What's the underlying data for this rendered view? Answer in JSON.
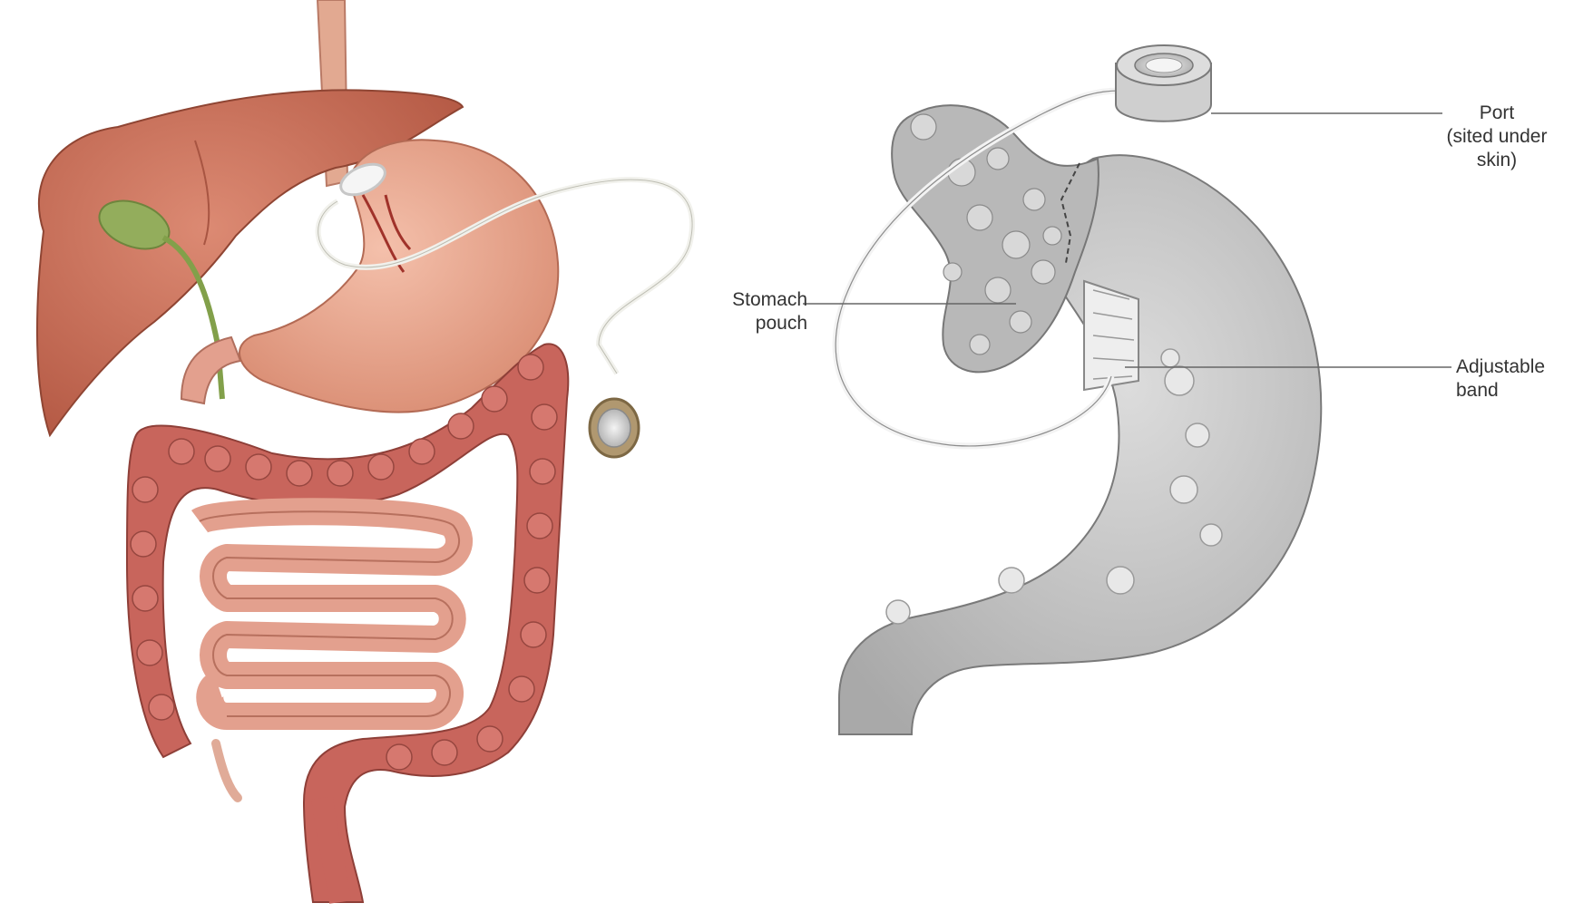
{
  "diagram": {
    "labels": {
      "port": "Port\n(sited under\nskin)",
      "stomach_pouch": "Stomach\npouch",
      "adjustable_band": "Adjustable\nband"
    },
    "colors": {
      "background": "#ffffff",
      "liver": "#c9705a",
      "stomach_left": "#e9a78f",
      "colon": "#c8655c",
      "small_intestine": "#e3a08e",
      "gallbladder": "#93ad5c",
      "esophagus": "#e2a991",
      "tube": "#f1f1ec",
      "port_metal": "#b09870",
      "stomach_right": "#c9c9c9",
      "pouch": "#b8b8b8",
      "leader_line": "#666666"
    }
  }
}
